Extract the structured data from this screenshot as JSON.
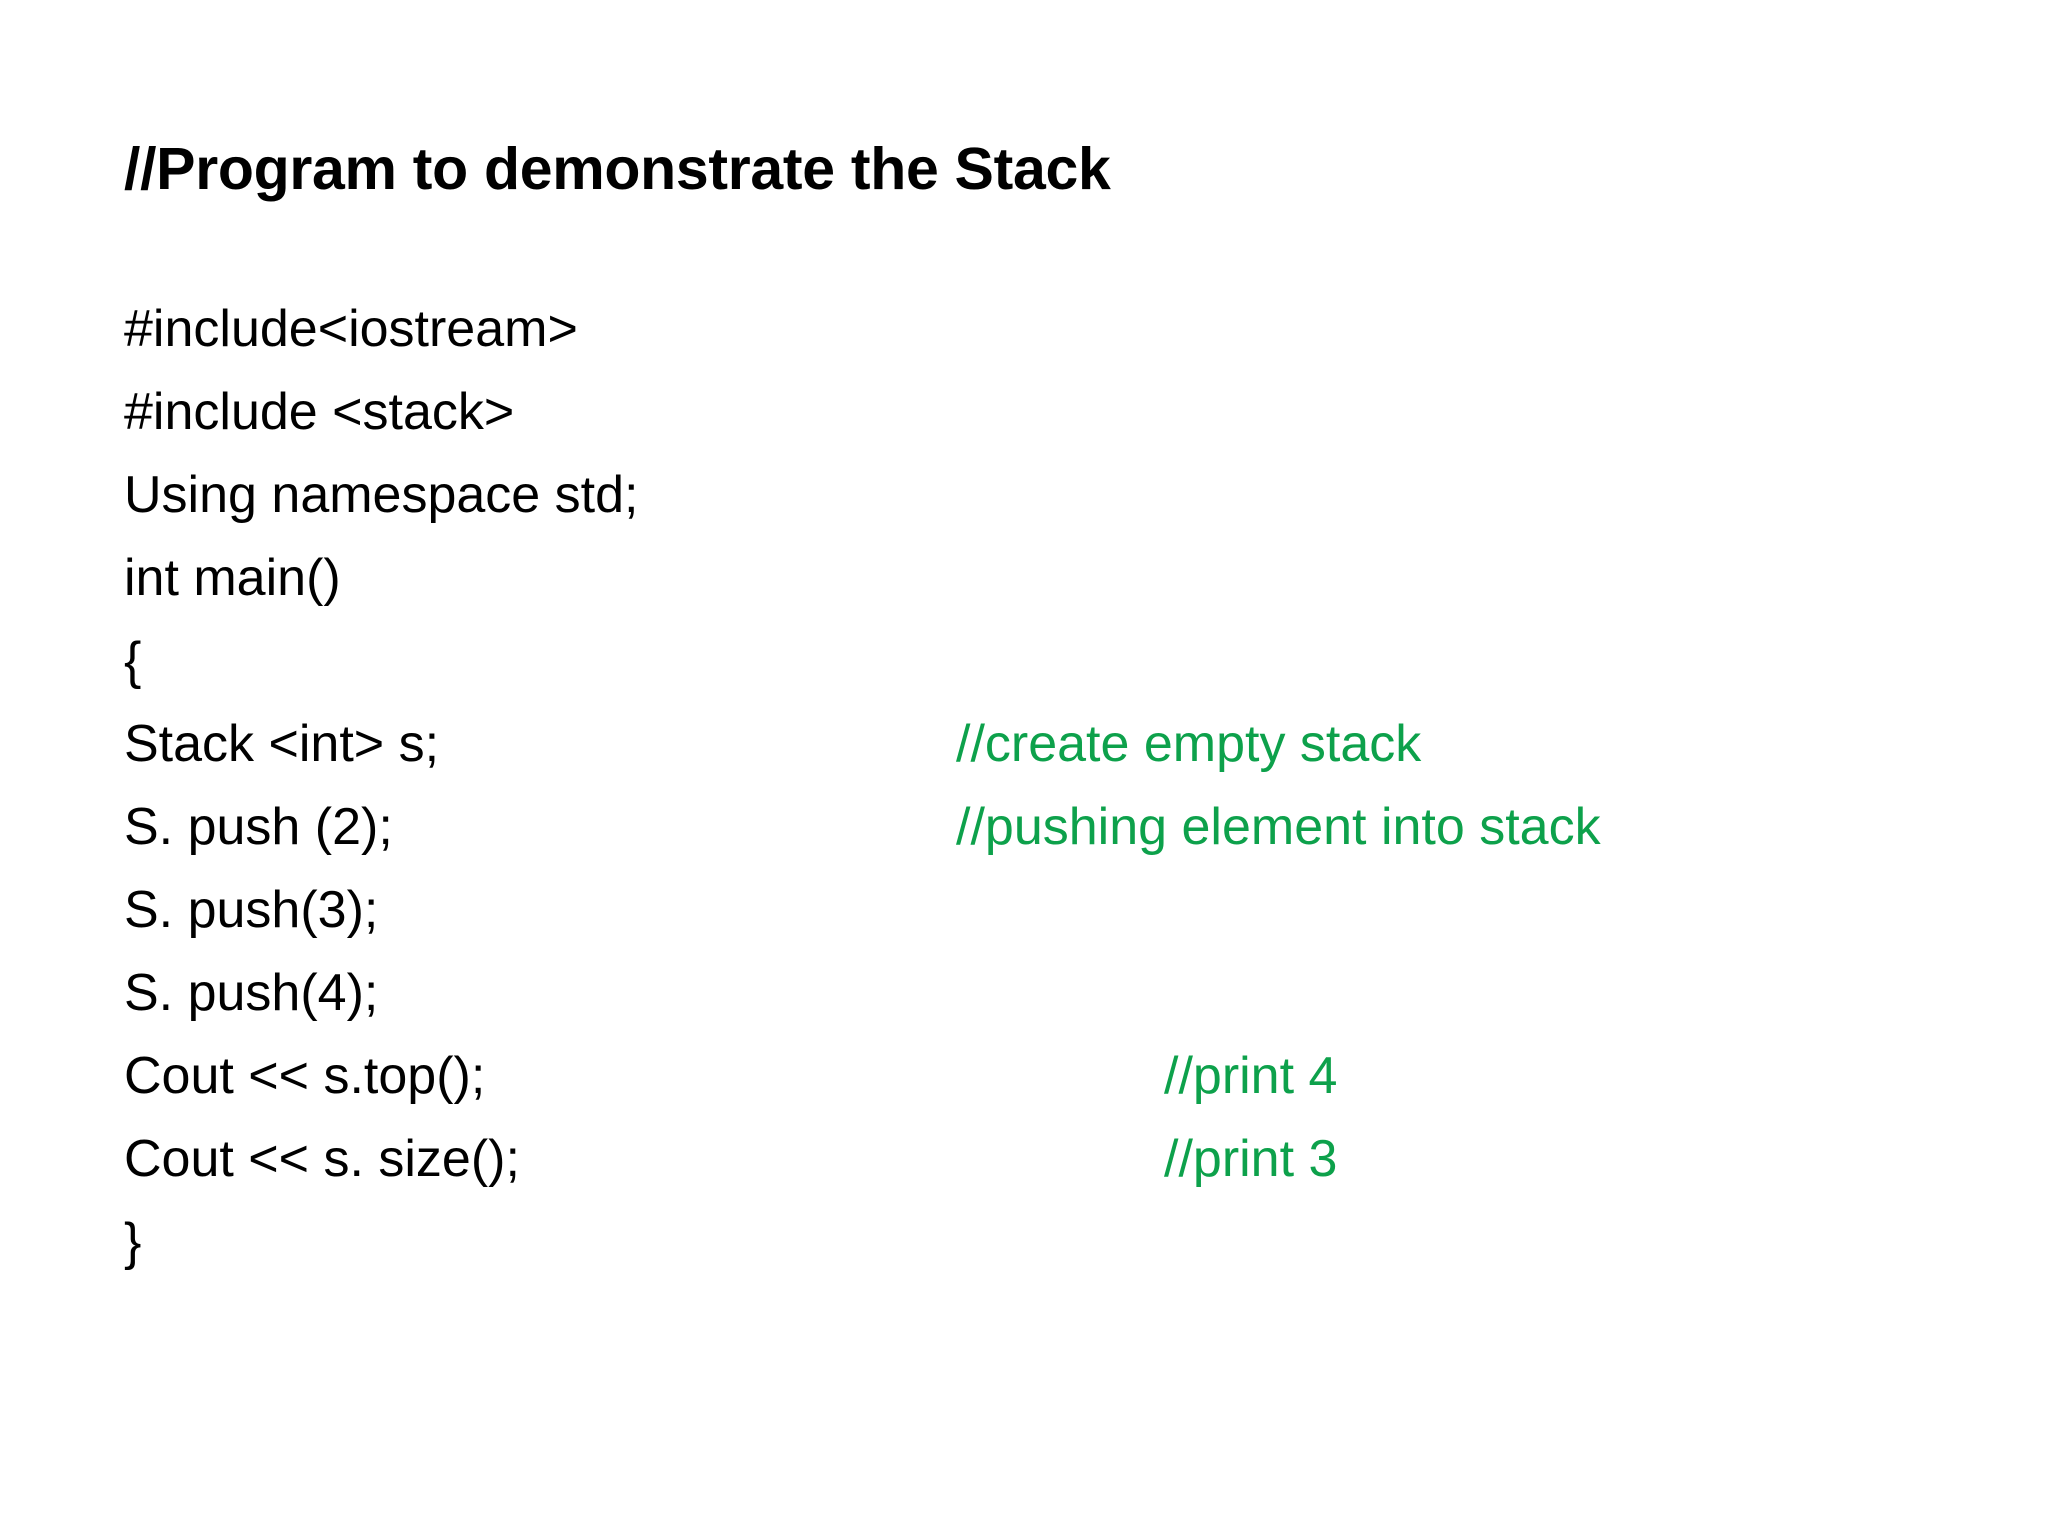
{
  "slide": {
    "title": "//Program to demonstrate the Stack",
    "accent_comment_color": "#0DA14B",
    "code_color": "#000000",
    "background_color": "#FFFFFF",
    "lines": [
      {
        "code": "#include<iostream>",
        "comment": "",
        "comment_col": "a"
      },
      {
        "code": "#include <stack>",
        "comment": "",
        "comment_col": "a"
      },
      {
        "code": "Using namespace std;",
        "comment": "",
        "comment_col": "a"
      },
      {
        "code": "int main()",
        "comment": "",
        "comment_col": "a"
      },
      {
        "code": "{",
        "comment": "",
        "comment_col": "a"
      },
      {
        "code": "Stack <int> s;",
        "comment": "//create empty stack",
        "comment_col": "a"
      },
      {
        "code": "S. push (2);",
        "comment": "//pushing element into stack",
        "comment_col": "a"
      },
      {
        "code": "S. push(3);",
        "comment": "",
        "comment_col": "a"
      },
      {
        "code": "S. push(4);",
        "comment": "",
        "comment_col": "a"
      },
      {
        "code": "Cout << s.top();",
        "comment": "//print 4",
        "comment_col": "b"
      },
      {
        "code": "Cout << s. size();",
        "comment": "//print 3",
        "comment_col": "b"
      },
      {
        "code": "}",
        "comment": "",
        "comment_col": "a"
      }
    ]
  }
}
